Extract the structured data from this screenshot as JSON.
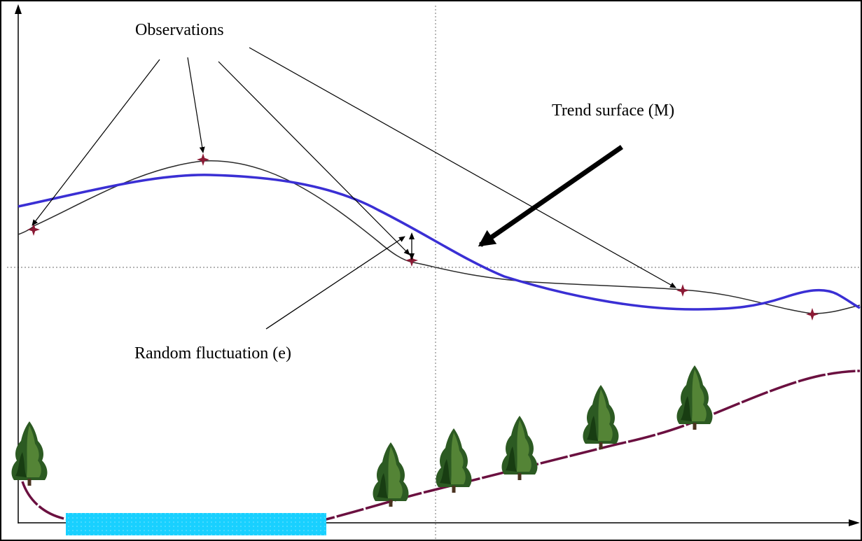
{
  "labels": {
    "observations": "Observations",
    "trend_surface": "Trend surface (M)",
    "random_fluctuation": "Random fluctuation (e)"
  },
  "colors": {
    "trend": "#3a2fd4",
    "observed_curve": "#2a2a2a",
    "ground": "#6b1040",
    "water": "#19d0ff",
    "marker": "#8b1a35",
    "tree_dark": "#1f4a1a",
    "tree_light": "#5f8f3c"
  },
  "icons": [
    "observation-marker-icon",
    "tree-icon",
    "water-body-icon",
    "arrow-icon"
  ]
}
